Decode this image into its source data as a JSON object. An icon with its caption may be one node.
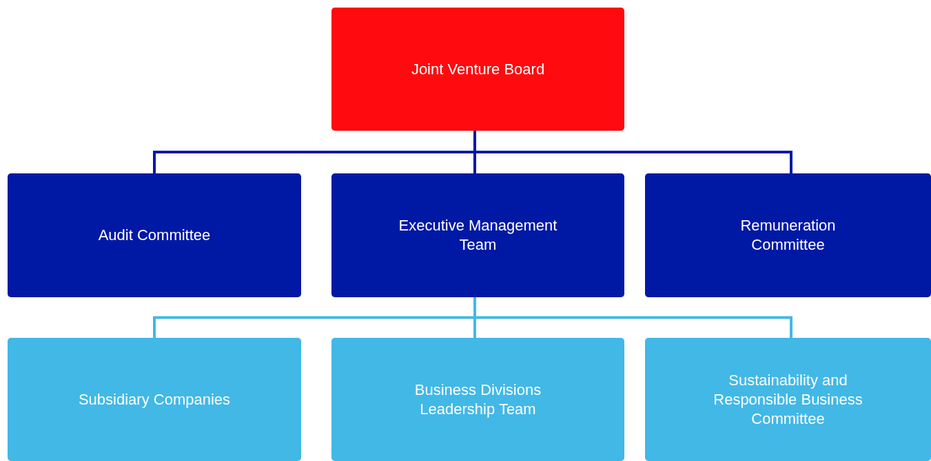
{
  "diagram": {
    "nodes": [
      {
        "text": [
          "Joint Venture Board"
        ]
      },
      {
        "text": [
          "Audit Committee"
        ]
      },
      {
        "text": [
          "Executive Management Team"
        ]
      },
      {
        "text": [
          "Remuneration Committee"
        ]
      },
      {
        "text": [
          "Subsidiary Companies"
        ]
      },
      {
        "text": [
          "Business Divisions Leadership Team"
        ]
      },
      {
        "text": [
          "Sustainability and Responsible Business Committee"
        ]
      }
    ],
    "edges": [
      {
        "from": 0,
        "to": 1,
        "arrow": "none",
        "color": "#0019a5"
      },
      {
        "from": 0,
        "to": 2,
        "arrow": "none",
        "color": "#0019a5"
      },
      {
        "from": 0,
        "to": 3,
        "arrow": "none",
        "color": "#0019a5"
      },
      {
        "from": 2,
        "to": 4,
        "arrow": "none",
        "color": "#42b8e6"
      },
      {
        "from": 2,
        "to": 5,
        "arrow": "none",
        "color": "#42b8e6"
      },
      {
        "from": 2,
        "to": 6,
        "arrow": "none",
        "color": "#42b8e6"
      }
    ]
  }
}
